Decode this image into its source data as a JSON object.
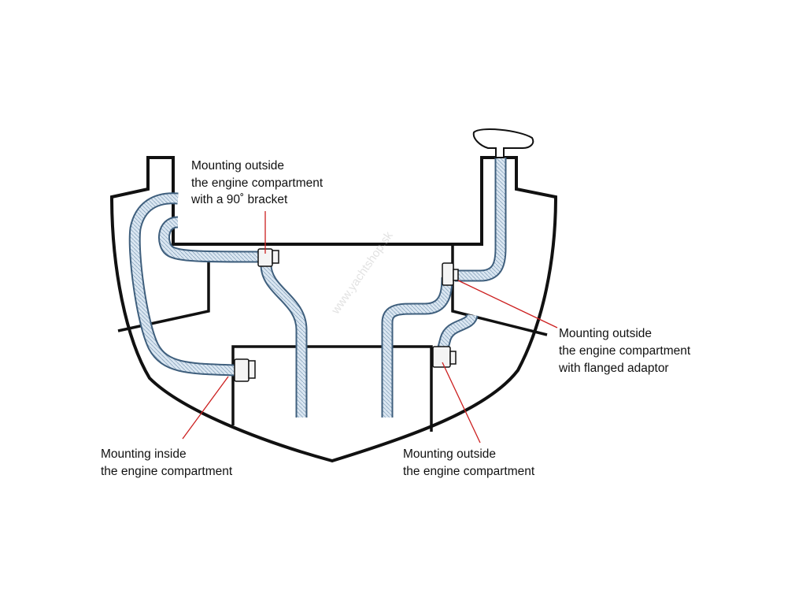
{
  "diagram": {
    "labels": {
      "bracket_90": [
        "Mounting outside",
        "the engine compartment",
        "with a 90˚ bracket"
      ],
      "flanged_adaptor": [
        "Mounting outside",
        "the engine compartment",
        "with flanged adaptor"
      ],
      "inside": [
        "Mounting inside",
        "the engine compartment"
      ],
      "outside": [
        "Mounting outside",
        "the engine compartment"
      ]
    },
    "watermark": "www.yachtshop.sk",
    "colors": {
      "outline": "#111111",
      "hose_fill": "#dbe7f2",
      "hose_edge": "#3f5f7d",
      "leader": "#cc1f1f"
    }
  }
}
